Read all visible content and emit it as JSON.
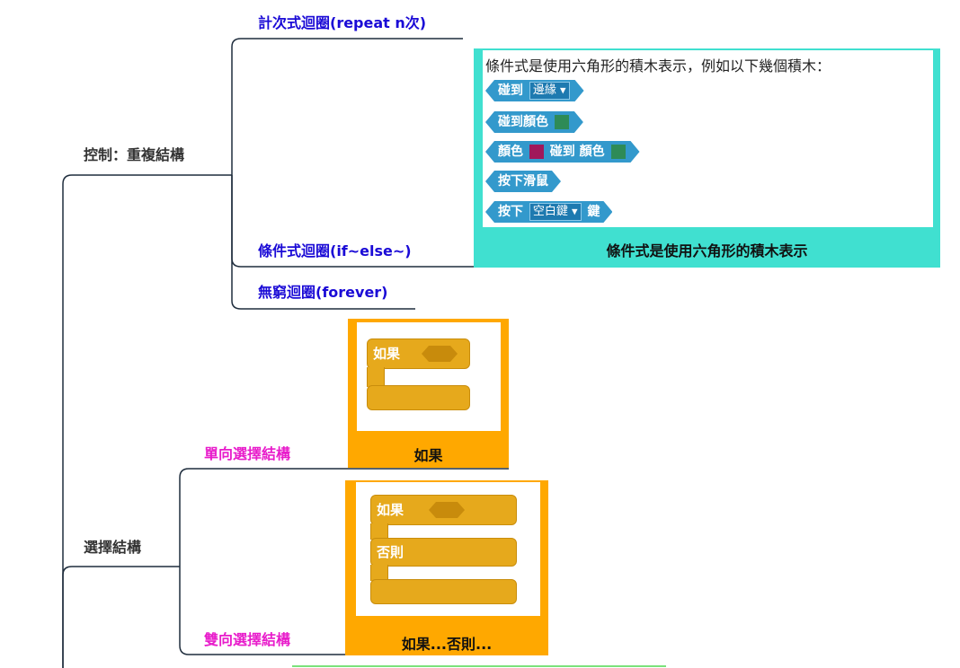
{
  "mindmap": {
    "control_loop": {
      "label": "控制：重複結構",
      "branches": [
        {
          "label": "計次式迴圈(repeat n次)"
        },
        {
          "label": "條件式迴圈(if~else~)"
        },
        {
          "label": "無窮迴圈(forever)"
        }
      ]
    },
    "selection": {
      "label": "選擇結構",
      "branches": [
        {
          "label": "單向選擇結構"
        },
        {
          "label": "雙向選擇結構"
        }
      ]
    }
  },
  "condition_panel": {
    "description": "條件式是使用六角形的積木表示，例如以下幾個積木：",
    "caption": "條件式是使用六角形的積木表示",
    "blocks": {
      "touching_prefix": "碰到",
      "touching_dropdown": "邊緣",
      "touching_color": "碰到顏色",
      "color_prefix": "顏色",
      "color_touching": "碰到",
      "color_suffix": "顏色",
      "mouse_down": "按下滑鼠",
      "key_prefix": "按下",
      "key_dropdown": "空白鍵",
      "key_suffix": "鍵"
    },
    "colors": {
      "panel": "#40e0d0",
      "block": "#3399cc",
      "swatch_green": "#2e8b57",
      "swatch_purple": "#a0185a"
    }
  },
  "if_panel": {
    "block_label": "如果",
    "caption": "如果"
  },
  "if_else_panel": {
    "if_label": "如果",
    "else_label": "否則",
    "caption": "如果...否則..."
  },
  "colors": {
    "orange_panel": "#ffa800",
    "control_block": "#e6a91c",
    "blue_text": "#1a0ad6",
    "magenta_text": "#e81ccb"
  }
}
